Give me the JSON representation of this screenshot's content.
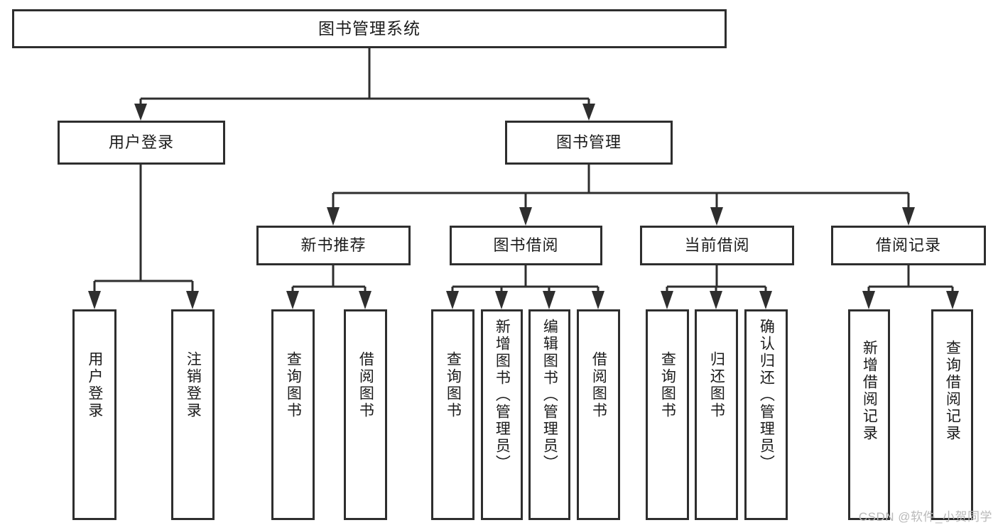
{
  "diagram": {
    "title": "图书管理系统",
    "type": "功能结构图",
    "watermark": "CSDN @软件_小贺同学",
    "colors": {
      "stroke": "#2e2e2e",
      "box_fill": "#ffffff",
      "text": "#1b1b1b",
      "background": "#ffffff",
      "watermark": "#b9b9b9"
    }
  },
  "root": {
    "label": "图书管理系统"
  },
  "level2": [
    {
      "label": "用户登录"
    },
    {
      "label": "图书管理"
    }
  ],
  "level3": [
    {
      "label": "新书推荐"
    },
    {
      "label": "图书借阅"
    },
    {
      "label": "当前借阅"
    },
    {
      "label": "借阅记录"
    }
  ],
  "leaves": {
    "user_login": [
      {
        "label": "用户登录"
      },
      {
        "label": "注销登录"
      }
    ],
    "new_book_recommend": [
      {
        "label": "查询图书"
      },
      {
        "label": "借阅图书"
      }
    ],
    "book_borrow": [
      {
        "label": "查询图书"
      },
      {
        "label": "新增图书（管理员）"
      },
      {
        "label": "编辑图书（管理员）"
      },
      {
        "label": "借阅图书"
      }
    ],
    "current_borrow": [
      {
        "label": "查询图书"
      },
      {
        "label": "归还图书"
      },
      {
        "label": "确认归还（管理员）"
      }
    ],
    "borrow_record": [
      {
        "label": "新增借阅记录"
      },
      {
        "label": "查询借阅记录"
      }
    ]
  }
}
